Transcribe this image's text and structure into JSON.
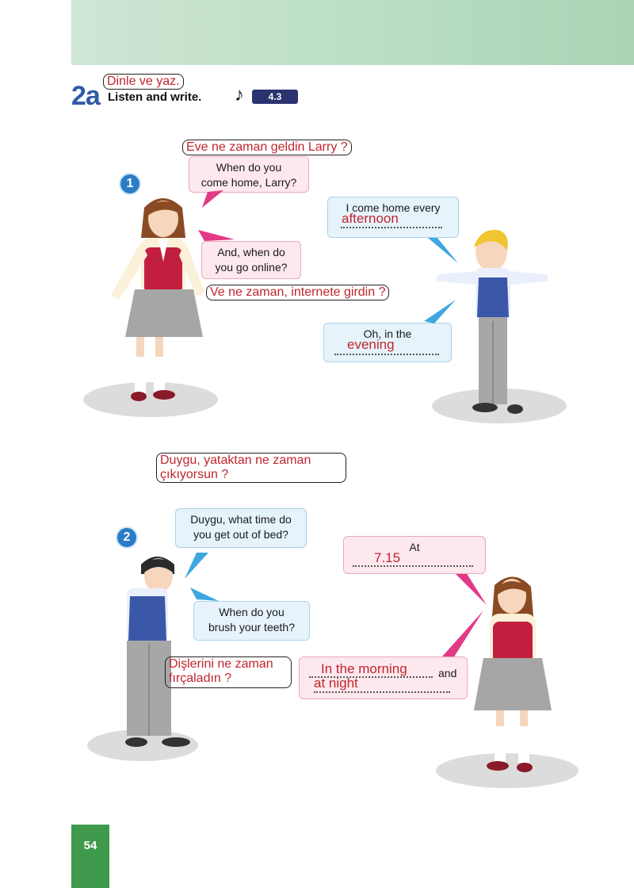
{
  "exercise": {
    "number": "2a",
    "title": "Listen and write.",
    "title_note": "Dinle ve yaz.",
    "track": "4.3"
  },
  "dialog1": {
    "number": "1",
    "q1": {
      "line1": "When do you",
      "line2": "come home, Larry?",
      "note": "Eve ne zaman geldin Larry ?"
    },
    "a1": {
      "line1": "I come home every",
      "answer": "afternoon"
    },
    "q2": {
      "line1": "And, when do",
      "line2": "you go online?",
      "note": "Ve ne zaman, internete girdin ?"
    },
    "a2": {
      "line1": "Oh, in the",
      "answer": "evening"
    }
  },
  "dialog2": {
    "number": "2",
    "q1": {
      "line1": "Duygu, what time do",
      "line2": "you get out of bed?",
      "note_line1": "Duygu, yataktan ne zaman",
      "note_line2": "çıkıyorsun ?"
    },
    "a1": {
      "line1": "At",
      "answer": "7.15"
    },
    "q2": {
      "line1": "When do you",
      "line2": "brush your teeth?",
      "note_line1": "Dişlerini ne zaman",
      "note_line2": "fırçaladın ?"
    },
    "a2": {
      "answer1": "In the morning",
      "and_text": "and",
      "answer2": "at night"
    }
  },
  "page_number": "54",
  "colors": {
    "handwriting": "#c0262d",
    "pink_bubble": "#fde8ee",
    "blue_bubble": "#e6f3fb",
    "page_green": "#3f9a4d",
    "exercise_blue": "#2f5aa8"
  }
}
